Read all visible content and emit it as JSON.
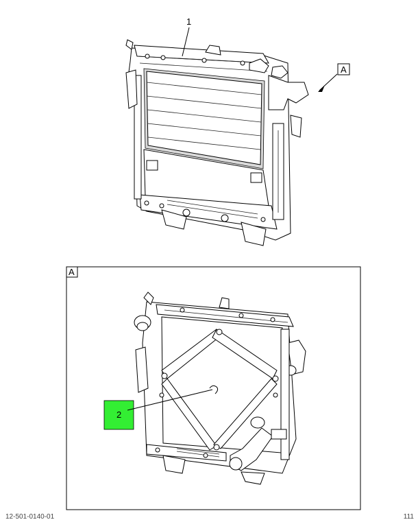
{
  "callouts": {
    "item1": "1",
    "item2": "2",
    "viewA_ref": "A",
    "viewA_frame": "A"
  },
  "colors": {
    "highlight": "#33ee33",
    "line": "#000000"
  },
  "footer": {
    "left_code": "12-501-0140-01",
    "right_code": "111"
  }
}
